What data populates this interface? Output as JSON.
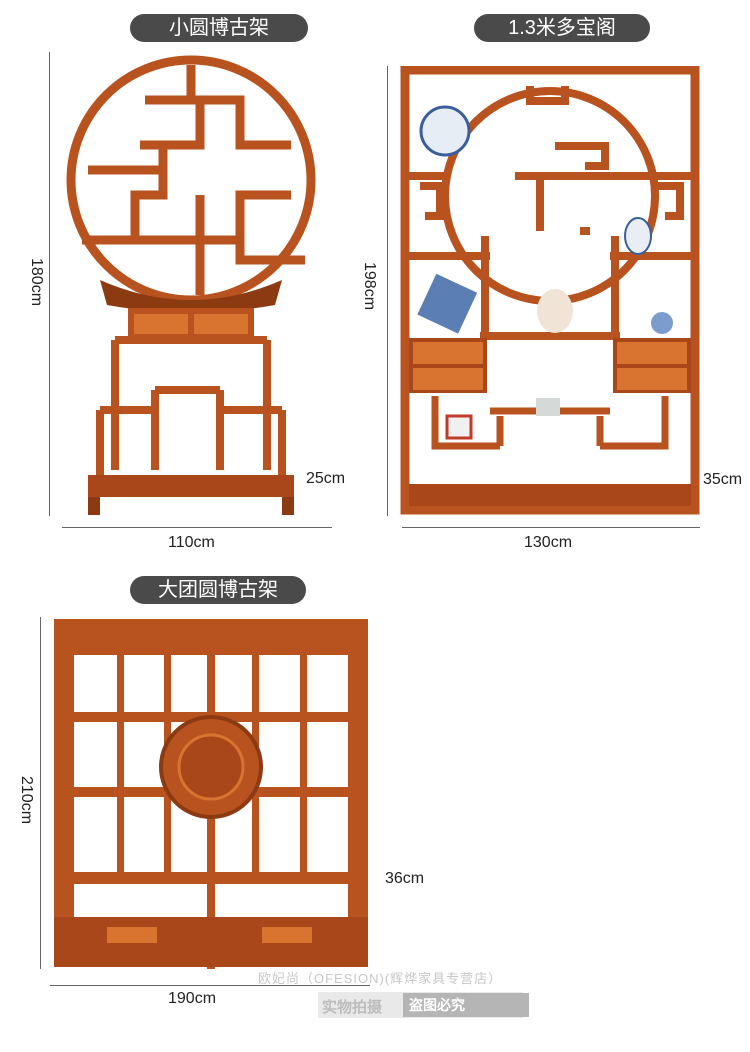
{
  "products": [
    {
      "title": "小圆博古架",
      "height": "180cm",
      "depth": "25cm",
      "width": "110cm"
    },
    {
      "title": "1.3米多宝阁",
      "height": "198cm",
      "depth": "35cm",
      "width": "130cm"
    },
    {
      "title": "大团圆博古架",
      "height": "210cm",
      "depth": "36cm",
      "width": "190cm"
    }
  ],
  "watermark": {
    "store": "欧妃尚（OFESION)(辉烨家具专营店）",
    "real_shot": "实物拍摄",
    "no_copy": "盗图必究"
  },
  "colors": {
    "wood": "#b8531f",
    "wood_dark": "#8c3a12",
    "wood_light": "#d8742f",
    "pill": "#4a4a4a"
  }
}
